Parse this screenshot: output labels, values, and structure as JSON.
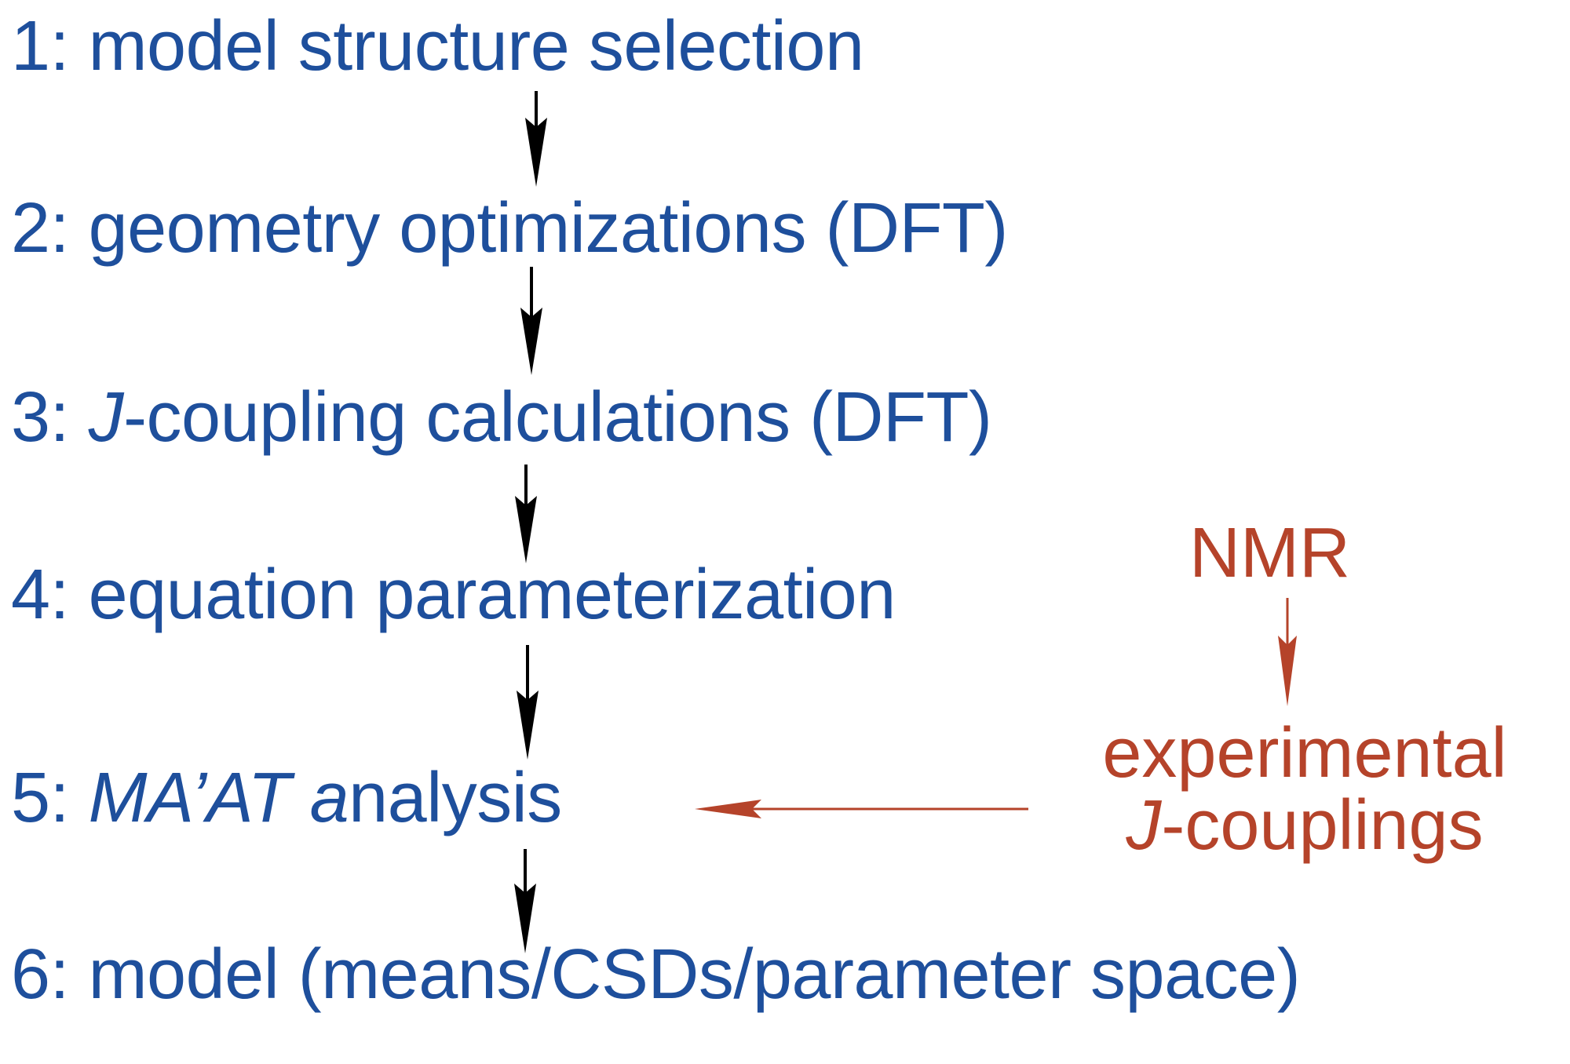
{
  "steps": [
    {
      "num": "1:",
      "text": "model structure selection"
    },
    {
      "num": "2:",
      "text": "geometry optimizations (DFT)"
    },
    {
      "num": "3:",
      "italic": "J",
      "text": "-coupling calculations (DFT)"
    },
    {
      "num": "4:",
      "text": "equation parameterization"
    },
    {
      "num": "5:",
      "italic": "MA’AT a",
      "text": "nalysis"
    },
    {
      "num": "6:",
      "text": "model (means/CSDs/parameter space)"
    }
  ],
  "experimental": {
    "source_label": "NMR",
    "line1": "experimental",
    "line2_italic": "J",
    "line2_rest": "-couplings"
  },
  "colors": {
    "steps": "#1e4f9c",
    "experimental": "#b5432a",
    "arrows": "#000000"
  }
}
